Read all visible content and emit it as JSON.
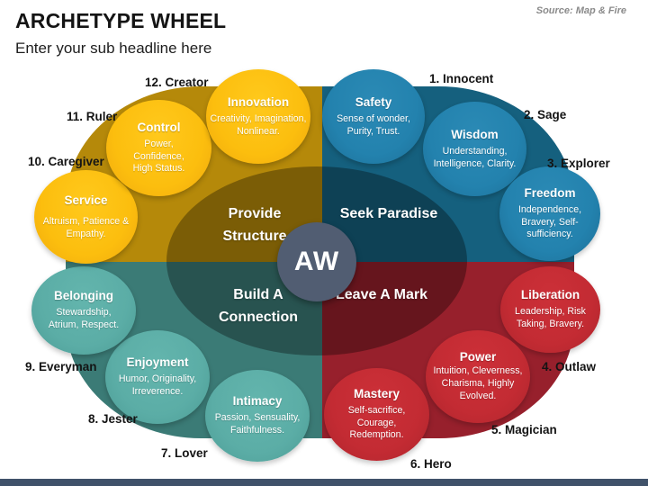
{
  "header": {
    "title": "ARCHETYPE WHEEL",
    "subtitle": "Enter your sub headline here",
    "source": "Source: Map & Fire"
  },
  "center": {
    "monogram": "AW"
  },
  "quadrants": [
    {
      "id": "provide-structure",
      "label": "Provide Structure",
      "color": "#B5890A"
    },
    {
      "id": "seek-paradise",
      "label": "Seek Paradise",
      "color": "#15607E"
    },
    {
      "id": "build-a-connection",
      "label": "Build A Connection",
      "color": "#3B7B76"
    },
    {
      "id": "leave-a-mark",
      "label": "Leave A Mark",
      "color": "#97202C"
    }
  ],
  "archetypes": [
    {
      "number": "1. Innocent",
      "title": "Safety",
      "traits": "Sense of wonder, Purity, Trust.",
      "group": "blue"
    },
    {
      "number": "2. Sage",
      "title": "Wisdom",
      "traits": "Understanding, Intelligence, Clarity.",
      "group": "blue"
    },
    {
      "number": "3. Explorer",
      "title": "Freedom",
      "traits": "Independence, Bravery, Self-sufficiency.",
      "group": "blue"
    },
    {
      "number": "4. Outlaw",
      "title": "Liberation",
      "traits": "Leadership, Risk Taking, Bravery.",
      "group": "red"
    },
    {
      "number": "5. Magician",
      "title": "Power",
      "traits": "Intuition, Cleverness, Charisma, Highly Evolved.",
      "group": "red"
    },
    {
      "number": "6. Hero",
      "title": "Mastery",
      "traits": "Self-sacrifice, Courage, Redemption.",
      "group": "red"
    },
    {
      "number": "7. Lover",
      "title": "Intimacy",
      "traits": "Passion, Sensuality, Faithfulness.",
      "group": "teal"
    },
    {
      "number": "8. Jester",
      "title": "Enjoyment",
      "traits": "Humor, Originality, Irreverence.",
      "group": "teal"
    },
    {
      "number": "9. Everyman",
      "title": "Belonging",
      "traits": "Stewardship, Atrium, Respect.",
      "group": "teal"
    },
    {
      "number": "10. Caregiver",
      "title": "Service",
      "traits": "Altruism, Patience & Empathy.",
      "group": "gold"
    },
    {
      "number": "11. Ruler",
      "title": "Control",
      "traits": "Power, Confidence, High Status.",
      "group": "gold"
    },
    {
      "number": "12. Creator",
      "title": "Innovation",
      "traits": "Creativity, Imagination, Nonlinear.",
      "group": "gold"
    }
  ],
  "colors": {
    "bubble_gold": "#FCBE0E",
    "bubble_blue": "#2382AE",
    "bubble_teal": "#5BADA6",
    "bubble_red": "#C32B33",
    "quadrant_gold": "#B5890A",
    "quadrant_blue": "#15607E",
    "quadrant_teal": "#3B7B76",
    "quadrant_red": "#97202C",
    "center_circle": "#515D72",
    "bottom_bar": "#40526A",
    "text_on_wheel": "#FFFFFF",
    "label_text": "#141414",
    "source_text": "#8A8A8A"
  }
}
